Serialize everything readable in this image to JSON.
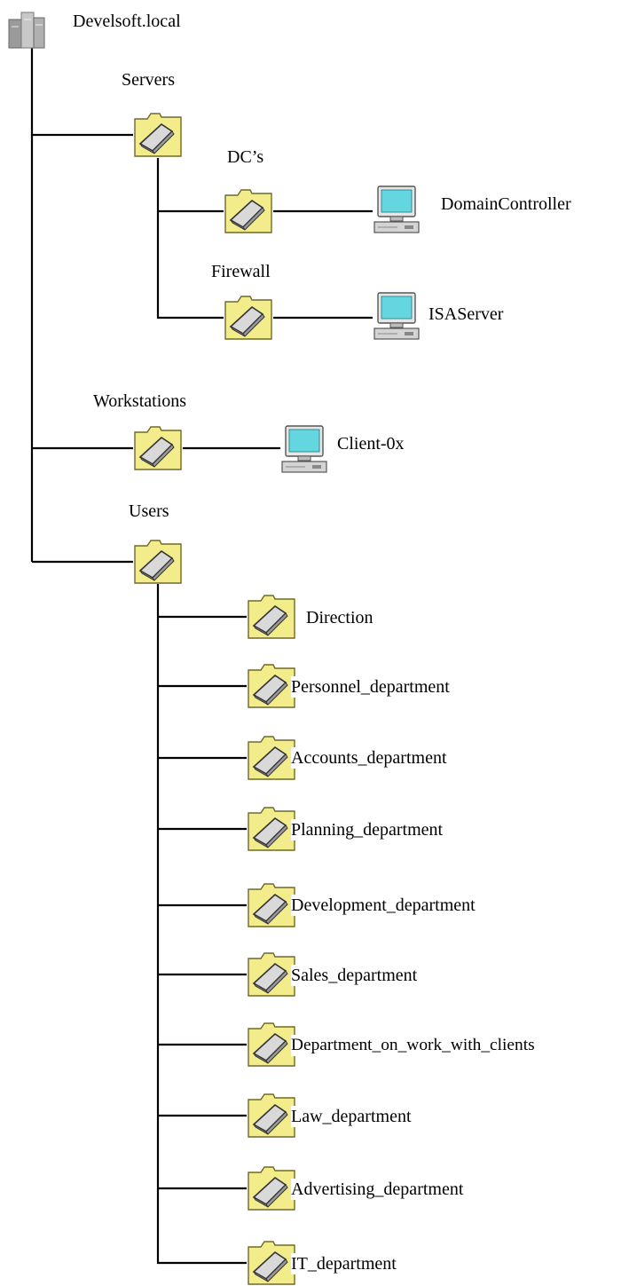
{
  "domain": {
    "label": "Develsoft.local",
    "icon": "domain-icon"
  },
  "ous": {
    "servers": {
      "label": "Servers",
      "icon": "folder-icon"
    },
    "dcs": {
      "label": "DC’s",
      "icon": "folder-icon"
    },
    "firewall": {
      "label": "Firewall",
      "icon": "folder-icon"
    },
    "workstations": {
      "label": "Workstations",
      "icon": "folder-icon"
    },
    "users": {
      "label": "Users",
      "icon": "folder-icon"
    }
  },
  "computers": {
    "domaincontroller": {
      "label": "DomainController",
      "icon": "computer-icon"
    },
    "isaserver": {
      "label": "ISAServer",
      "icon": "computer-icon"
    },
    "client": {
      "label": "Client-0x",
      "icon": "computer-icon"
    }
  },
  "departments": [
    {
      "label": "Direction"
    },
    {
      "label": "Personnel_department"
    },
    {
      "label": "Accounts_department"
    },
    {
      "label": "Planning_department"
    },
    {
      "label": "Development_department"
    },
    {
      "label": "Sales_department"
    },
    {
      "label": "Department_on_work_with_clients"
    },
    {
      "label": "Law_department"
    },
    {
      "label": "Advertising_department"
    },
    {
      "label": "IT_department"
    }
  ],
  "colors": {
    "folder": "#f2ec8a",
    "folder_stroke": "#6f6a2a",
    "screen": "#63d6e0",
    "line": "#000000"
  }
}
